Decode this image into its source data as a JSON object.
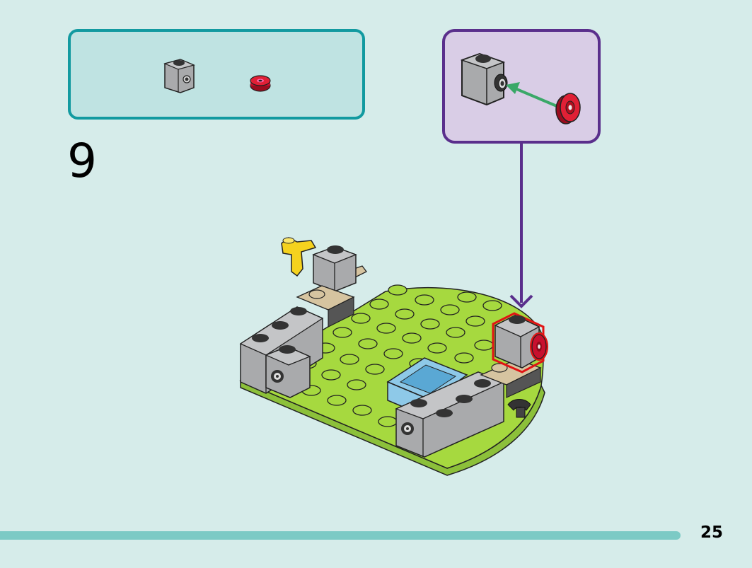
{
  "step": {
    "number": "9"
  },
  "page": {
    "number": "25"
  },
  "parts_list": {
    "items": [
      {
        "name": "brick-1x1-with-stud-holder",
        "color": "#a9aaac"
      },
      {
        "name": "round-plate-red",
        "color": "#c8102e"
      }
    ]
  },
  "colors": {
    "background": "#d6ecea",
    "parts_box_border": "#129aa0",
    "parts_box_fill": "#bfe3e2",
    "callout_border": "#5a2f8c",
    "callout_fill": "#d9cde6",
    "arrow_green": "#3aa868",
    "baseplate_green": "#a6d93f",
    "brick_gray": "#a9aaac",
    "tan": "#d6c4a0",
    "blue": "#8ec9e8",
    "yellow": "#f5d21e",
    "highlight_red": "#e11414",
    "page_bar": "#7ccac5"
  }
}
